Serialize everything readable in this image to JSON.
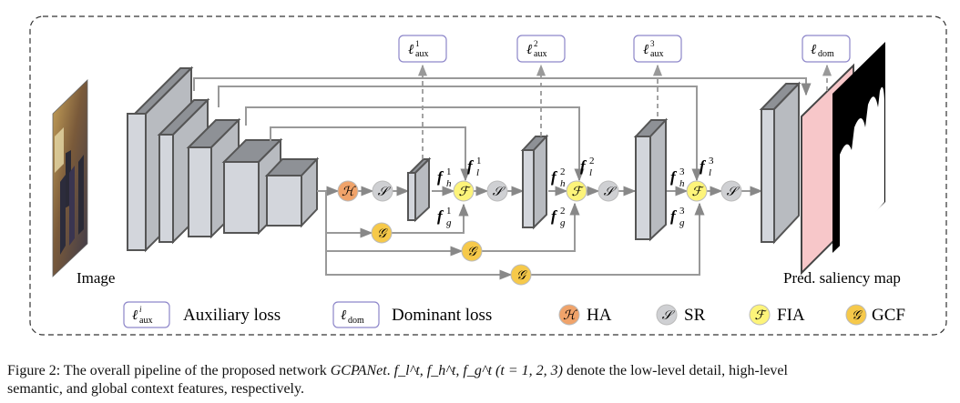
{
  "diagram": {
    "input_label": "Image",
    "output_label": "Pred. saliency map",
    "nodes": {
      "ha_symbol": "ℋ",
      "sr_symbol": "𝒮",
      "fia_symbol": "ℱ",
      "gcf_symbol": "𝒢"
    },
    "loss_boxes": {
      "aux1": "ℓ¹aux",
      "aux2": "ℓ²aux",
      "aux3": "ℓ³aux",
      "dom": "ℓdom"
    },
    "feature_labels": {
      "fl1": "f",
      "fl1_sub": "l",
      "fl1_sup": "1",
      "fh1": "f",
      "fh1_sub": "h",
      "fh1_sup": "1",
      "fg1": "f",
      "fg1_sub": "g",
      "fg1_sup": "1",
      "fl2": "f",
      "fl2_sub": "l",
      "fl2_sup": "2",
      "fh2": "f",
      "fh2_sub": "h",
      "fh2_sup": "2",
      "fg2": "f",
      "fg2_sub": "g",
      "fg2_sup": "2",
      "fl3": "f",
      "fl3_sub": "l",
      "fl3_sup": "3",
      "fh3": "f",
      "fh3_sub": "h",
      "fh3_sup": "3",
      "fg3": "f",
      "fg3_sub": "g",
      "fg3_sup": "3"
    }
  },
  "legend": {
    "aux_symbol": "ℓ",
    "aux_sup": "i",
    "aux_sub": "aux",
    "aux_label": "Auxiliary loss",
    "dom_symbol": "ℓ",
    "dom_sub": "dom",
    "dom_label": "Dominant loss",
    "ha_label": "HA",
    "sr_label": "SR",
    "fia_label": "FIA",
    "gcf_label": "GCF"
  },
  "colors": {
    "ha": "#f0a36a",
    "sr": "#cfd0d3",
    "fia": "#fdf47a",
    "gcf": "#f6c94a",
    "block_front": "#d3d6dc",
    "loss_border": "#8d86c9",
    "pred_map": "#f7c7c9"
  },
  "caption": {
    "prefix": "Figure 2: The overall pipeline of the proposed network ",
    "net_name": "GCPANet",
    "middle": ". f",
    "vars_text": "f_l^t, f_h^t, f_g^t (t = 1, 2, 3)",
    "suffix": " denote the low-level detail, high-level",
    "line2": "semantic, and global context features, respectively."
  }
}
